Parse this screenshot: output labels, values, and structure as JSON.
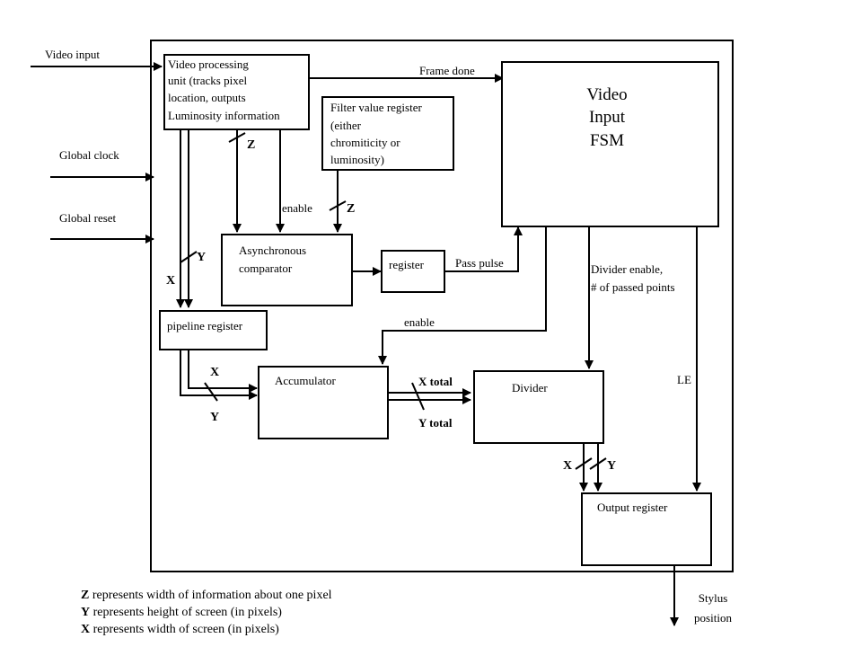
{
  "inputs": {
    "video_input": "Video input",
    "global_clock": "Global clock",
    "global_reset": "Global reset"
  },
  "blocks": {
    "video_processing_unit": [
      "Video processing",
      "unit (tracks pixel",
      "location, outputs",
      "Luminosity information"
    ],
    "filter_value_register": [
      "Filter value register",
      "(either",
      "chromiticity  or",
      "luminosity)"
    ],
    "video_input_fsm": [
      "Video",
      "Input",
      "FSM"
    ],
    "asynchronous_comparator": [
      "Asynchronous",
      "comparator"
    ],
    "register": "register",
    "pipeline_register": "pipeline register",
    "accumulator": "Accumulator",
    "divider": "Divider",
    "output_register": "Output register"
  },
  "signals": {
    "frame_done": "Frame done",
    "z_bus_1": "Z",
    "z_bus_2": "Z",
    "enable_1": "enable",
    "enable_2": "enable",
    "y_bus_1": "Y",
    "x_bus_1": "X",
    "pass_pulse": "Pass pulse",
    "divider_enable": [
      "Divider enable,",
      "# of passed points"
    ],
    "x_bus_2": "X",
    "y_bus_2": "Y",
    "x_total": "X total",
    "y_total": "Y total",
    "le": "LE",
    "x_bus_3": "X",
    "y_bus_3": "Y",
    "stylus_position": [
      "Stylus",
      "position"
    ]
  },
  "legend": {
    "z_symbol": "Z",
    "z_text": " represents width of information about one pixel",
    "y_symbol": "Y",
    "y_text": " represents height of screen (in pixels)",
    "x_symbol": "X",
    "x_text": " represents width of screen (in pixels)"
  }
}
